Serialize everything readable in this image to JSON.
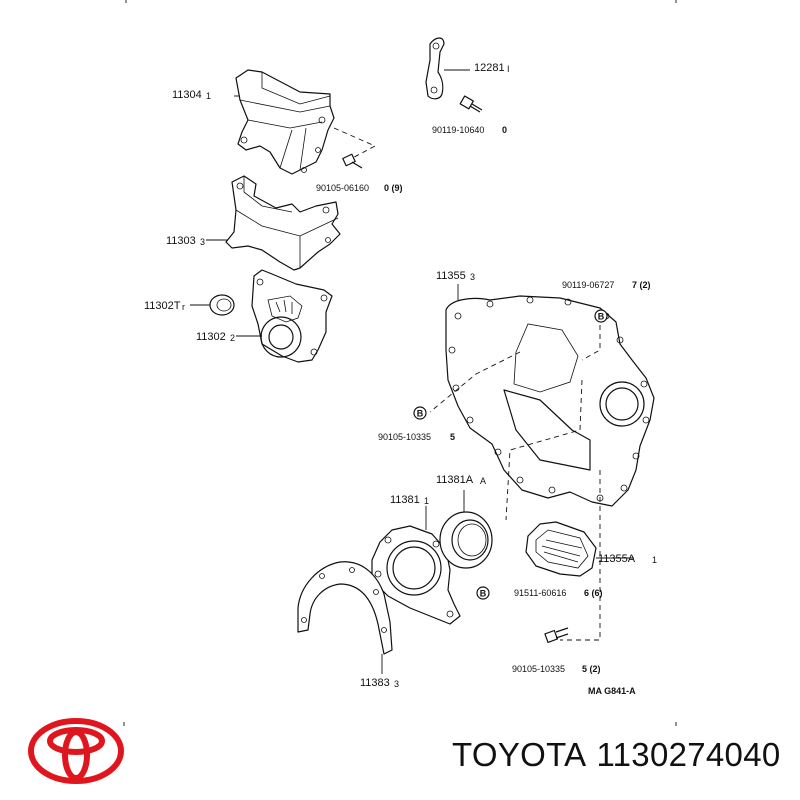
{
  "diagram": {
    "parts": [
      {
        "number": "11304",
        "suffix": "1"
      },
      {
        "number": "12281",
        "suffix": "I"
      },
      {
        "number": "90119-10640",
        "qty": "0"
      },
      {
        "number": "90105-06160",
        "qty": "0 (9)"
      },
      {
        "number": "11303",
        "suffix": "3"
      },
      {
        "number": "11355",
        "suffix": "3"
      },
      {
        "number": "90119-06727",
        "qty": "7 (2)"
      },
      {
        "number": "11302T",
        "suffix": "r"
      },
      {
        "number": "11302",
        "suffix": "2"
      },
      {
        "number": "90105-10335",
        "qty": "5"
      },
      {
        "number": "11381A",
        "suffix": "A"
      },
      {
        "number": "11381",
        "suffix": "1"
      },
      {
        "number": "11355A",
        "suffix": "1"
      },
      {
        "number": "91511-60616",
        "qty": "6 (6)"
      },
      {
        "number": "90105-10335",
        "qty": "5 (2)"
      },
      {
        "number": "11383",
        "suffix": "3"
      }
    ],
    "bolt_marker": "B",
    "diagram_code": "MA G841-A"
  },
  "footer": {
    "brand": "TOYOTA",
    "part_number": "1130274040",
    "logo_color": "#e0161e"
  }
}
